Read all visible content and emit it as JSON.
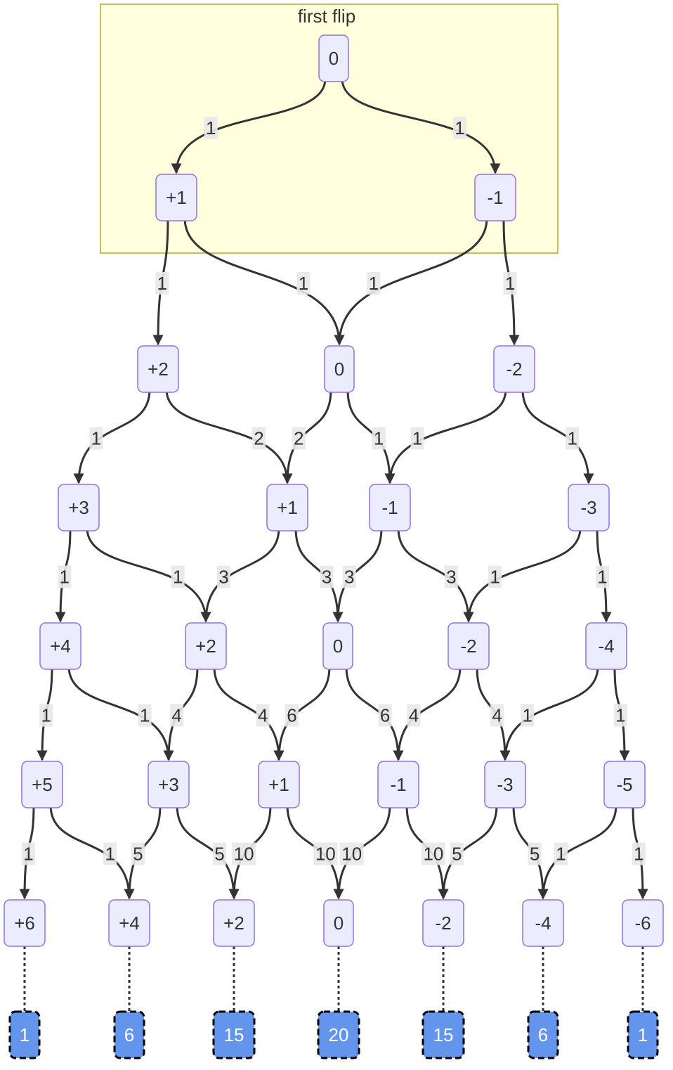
{
  "diagram": {
    "cluster_title": "first flip",
    "levels": [
      [
        "0"
      ],
      [
        "+1",
        "-1"
      ],
      [
        "+2",
        "0",
        "-2"
      ],
      [
        "+3",
        "+1",
        "-1",
        "-3"
      ],
      [
        "+4",
        "+2",
        "0",
        "-2",
        "-4"
      ],
      [
        "+5",
        "+3",
        "+1",
        "-1",
        "-3",
        "-5"
      ],
      [
        "+6",
        "+4",
        "+2",
        "0",
        "-2",
        "-4",
        "-6"
      ]
    ],
    "edge_labels": [
      [
        [
          "1",
          "1"
        ]
      ],
      [
        [
          "1",
          "1"
        ],
        [
          "1",
          "1"
        ]
      ],
      [
        [
          "1",
          "2"
        ],
        [
          "2",
          "1"
        ],
        [
          "1",
          "1"
        ]
      ],
      [
        [
          "1",
          "1"
        ],
        [
          "3",
          "3"
        ],
        [
          "3",
          "3"
        ],
        [
          "1",
          "1"
        ]
      ],
      [
        [
          "1",
          "1"
        ],
        [
          "4",
          "4"
        ],
        [
          "6",
          "6"
        ],
        [
          "4",
          "4"
        ],
        [
          "1",
          "1"
        ]
      ],
      [
        [
          "1",
          "1"
        ],
        [
          "5",
          "5"
        ],
        [
          "10",
          "10"
        ],
        [
          "10",
          "10"
        ],
        [
          "5",
          "5"
        ],
        [
          "1",
          "1"
        ]
      ]
    ],
    "totals": [
      "1",
      "6",
      "15",
      "20",
      "15",
      "6",
      "1"
    ],
    "colors": {
      "node_fill": "#ececff",
      "node_border": "#9370db",
      "leaf_fill": "#6495ed",
      "cluster_fill": "#ffffde",
      "cluster_border": "#aaaa33",
      "edge": "#333333"
    }
  }
}
